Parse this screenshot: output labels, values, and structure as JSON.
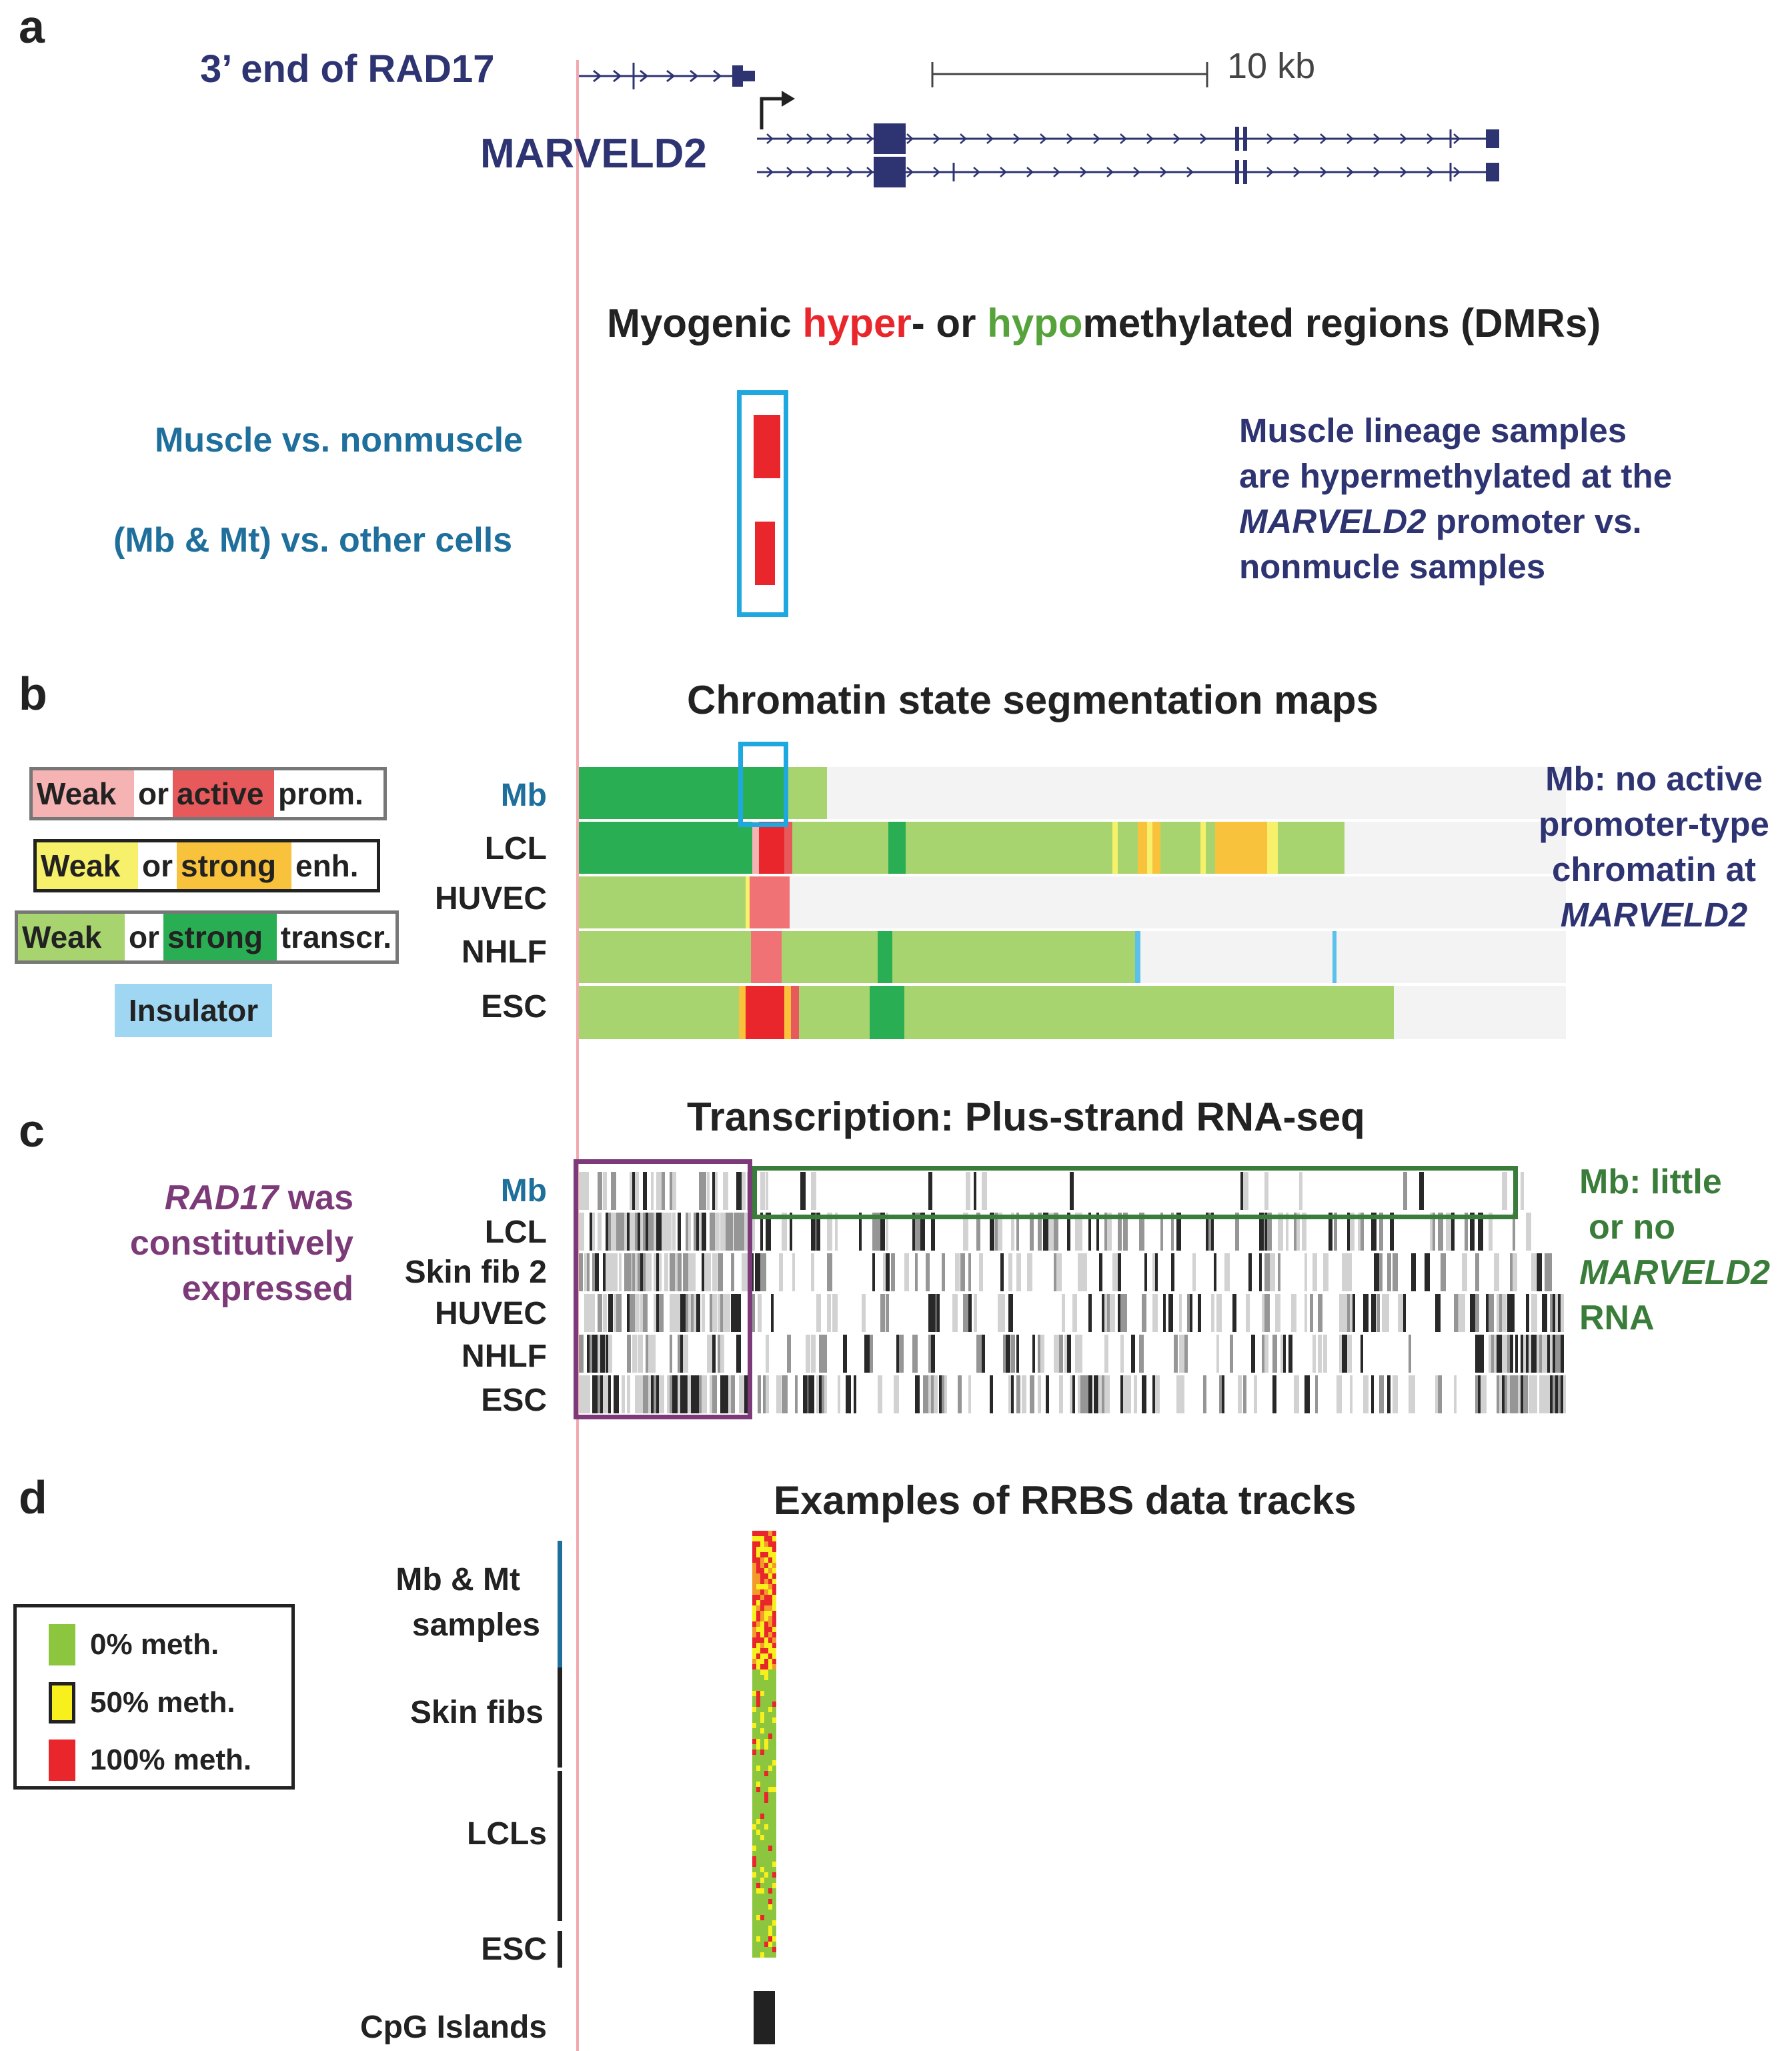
{
  "panel_a": {
    "letter": "a",
    "rad17_label": "3’ end of RAD17",
    "gene_label": "MARVELD2",
    "scale_label": "10 kb",
    "dmr_title": {
      "pre": "Myogenic ",
      "hyper": "hyper",
      "mid": "- or ",
      "hypo": "hypo",
      "post": "methylated regions (DMRs)"
    },
    "row1": "Muscle vs. nonmuscle",
    "row2": "(Mb & Mt) vs. other cells",
    "annotation": {
      "l1": "Muscle lineage samples",
      "l2": "are hypermethylated at the",
      "l3_em": "MARVELD2",
      "l3_rest": " promoter vs.",
      "l4": "nonmucle samples"
    },
    "colors": {
      "hyper": "#e8262c",
      "hypo": "#56a33b",
      "highlight": "#1fa8e0",
      "gene": "#2e3472"
    }
  },
  "panel_b": {
    "letter": "b",
    "title": "Chromatin state segmentation maps",
    "legend": {
      "prom": {
        "weak": "Weak",
        "or": "or",
        "active": "active",
        "tail": "prom."
      },
      "enh": {
        "weak": "Weak",
        "or": "or",
        "strong": "strong",
        "tail": "enh."
      },
      "transcr": {
        "weak": "Weak",
        "or": "or",
        "strong": "strong",
        "tail": "transcr."
      },
      "insulator": "Insulator"
    },
    "rows": [
      "Mb",
      "LCL",
      "HUVEC",
      "NHLF",
      "ESC"
    ],
    "annotation": {
      "l1": "Mb: no active",
      "l2": "promoter-type",
      "l3": "chromatin at",
      "l4_em": "MARVELD2"
    },
    "colors": {
      "weak_prom": "#f6b3b3",
      "active_prom": "#e8595b",
      "weak_enh": "#f6f06a",
      "strong_enh": "#f9c23c",
      "weak_tx": "#a8d46f",
      "strong_tx": "#2aae54",
      "insulator": "#5bc0eb",
      "background": "#f3f3f3"
    }
  },
  "panel_c": {
    "letter": "c",
    "title": "Transcription: Plus-strand RNA-seq",
    "rows": [
      "Mb",
      "LCL",
      "Skin fib 2",
      "HUVEC",
      "NHLF",
      "ESC"
    ],
    "left_annotation": {
      "l1_em": "RAD17",
      "l1_rest": " was",
      "l2": "constitutively",
      "l3": "expressed"
    },
    "right_annotation": {
      "l1": "Mb: little",
      "l2": "or no",
      "l3_em": "MARVELD2",
      "l4": "RNA"
    }
  },
  "panel_d": {
    "letter": "d",
    "title": "Examples of RRBS data tracks",
    "groups": [
      {
        "label_l1": "Mb & Mt",
        "label_l2": "samples",
        "color": "#1f6f9d"
      },
      {
        "label_l1": "Skin fibs",
        "label_l2": "",
        "color": "#222222"
      },
      {
        "label_l1": "LCLs",
        "label_l2": "",
        "color": "#222222"
      },
      {
        "label_l1": "ESC",
        "label_l2": "",
        "color": "#222222"
      }
    ],
    "cpg_label": "CpG Islands",
    "legend": [
      {
        "label": "0% meth.",
        "color": "#8cc63f"
      },
      {
        "label": "50% meth.",
        "color": "#f7f01c"
      },
      {
        "label": "100% meth.",
        "color": "#e8262c"
      }
    ]
  }
}
